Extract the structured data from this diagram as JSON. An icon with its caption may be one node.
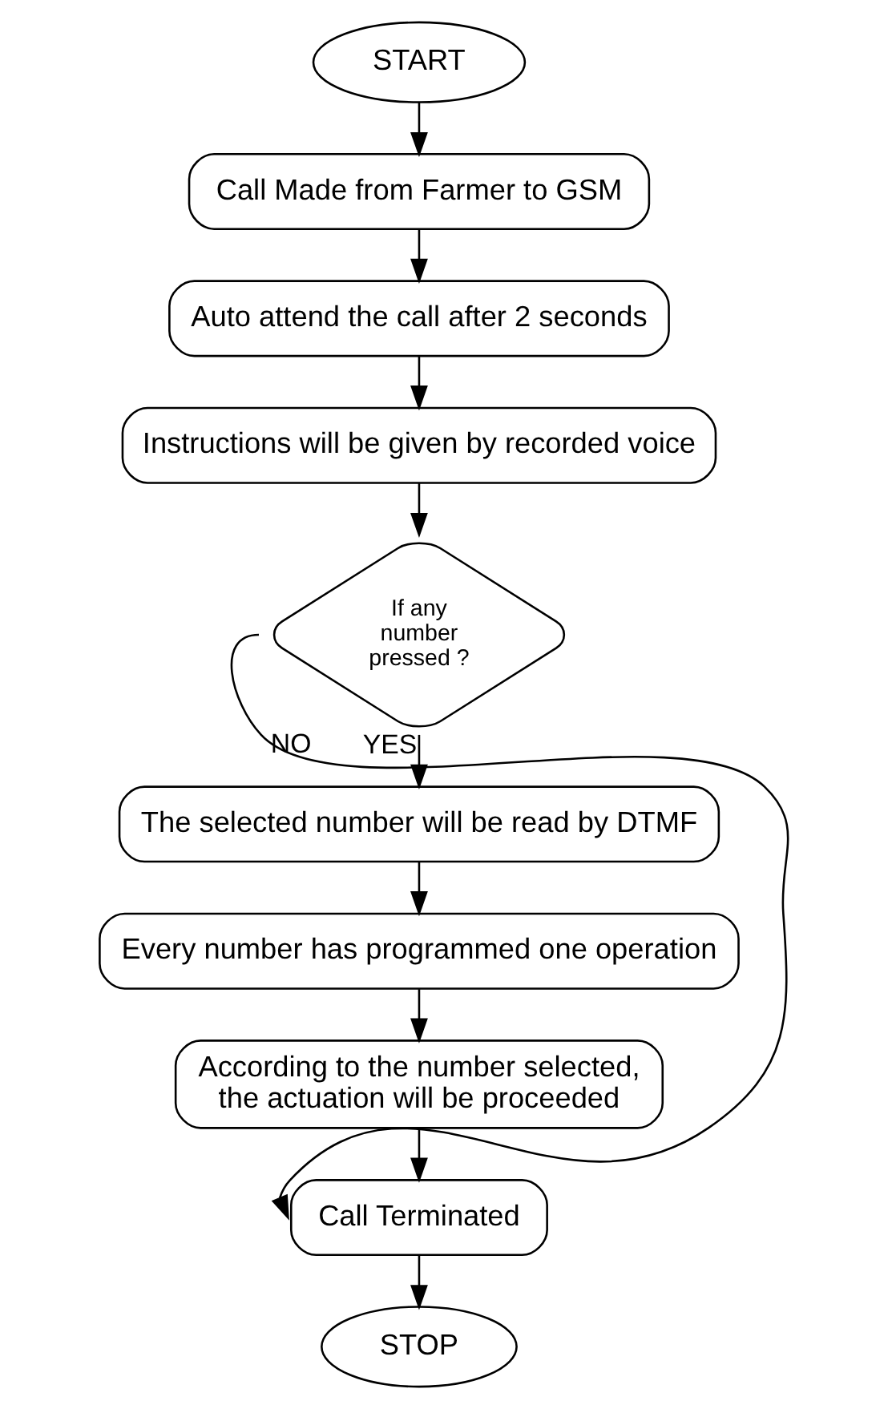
{
  "diagram": {
    "nodes": [
      {
        "text": [
          "START"
        ]
      },
      {
        "text": [
          "Call Made from Farmer to GSM"
        ]
      },
      {
        "text": [
          "Auto attend the call after 2 seconds"
        ]
      },
      {
        "text": [
          "Instructions will be given by recorded voice"
        ]
      },
      {
        "text": [
          "If any number pressed ?"
        ]
      },
      {
        "text": [
          "The selected number will be read by DTMF"
        ]
      },
      {
        "text": [
          "Every number has programmed one operation"
        ]
      },
      {
        "text": [
          "According to the number selected, the actuation will be proceeded"
        ]
      },
      {
        "text": [
          "Call Terminated"
        ]
      },
      {
        "text": [
          "STOP"
        ]
      }
    ],
    "edges": [
      {
        "from": 0,
        "to": 1,
        "arrow": "to"
      },
      {
        "from": 1,
        "to": 2,
        "arrow": "to"
      },
      {
        "from": 2,
        "to": 3,
        "arrow": "to"
      },
      {
        "from": 3,
        "to": 4,
        "arrow": "to"
      },
      {
        "from": 4,
        "to": 5,
        "label": "YES",
        "arrow": "to"
      },
      {
        "from": 5,
        "to": 6,
        "arrow": "to"
      },
      {
        "from": 6,
        "to": 7,
        "arrow": "to"
      },
      {
        "from": 7,
        "to": 8,
        "arrow": "to"
      },
      {
        "from": 4,
        "to": 8,
        "label": "NO",
        "arrow": "to"
      },
      {
        "from": 8,
        "to": 9,
        "arrow": "to"
      }
    ]
  }
}
